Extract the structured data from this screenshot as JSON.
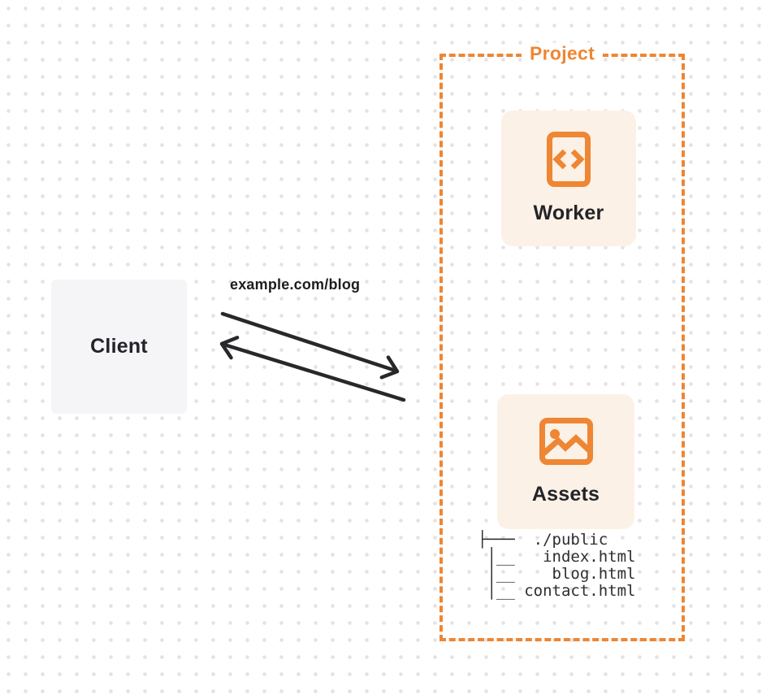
{
  "colors": {
    "accent_orange": "#ee8633",
    "card_background": "#fcf1e6",
    "client_background": "#f5f5f7",
    "text_dark": "#232329",
    "arrow_black": "#28282a",
    "dot_grid": "#e3e3e7"
  },
  "client": {
    "label": "Client"
  },
  "request": {
    "label": "example.com/blog"
  },
  "project": {
    "label": "Project",
    "worker": {
      "label": "Worker",
      "icon": "code-document-icon"
    },
    "assets": {
      "label": "Assets",
      "icon": "image-icon"
    },
    "file_tree": {
      "lines": [
        "├───  ./public",
        " │__   index.html",
        " │__    blog.html",
        " │__ contact.html"
      ]
    }
  }
}
